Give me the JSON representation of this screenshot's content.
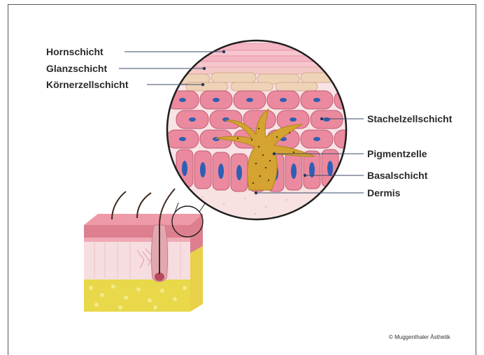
{
  "labels": {
    "hornschicht": "Hornschicht",
    "glanzschicht": "Glanzschicht",
    "koernerzellschicht": "Körnerzellschicht",
    "stachelzellschicht": "Stachelzellschicht",
    "pigmentzelle": "Pigmentzelle",
    "basalschicht": "Basalschicht",
    "dermis": "Dermis"
  },
  "copyright": "© Muggenthaler Ästhetik",
  "colors": {
    "frame": "#555555",
    "label_text": "#2a2a2a",
    "leader_line": "#3a4a6a",
    "cell_fill": "#eb8a9e",
    "nucleus": "#2f5fb4",
    "melanocyte": "#d4a331",
    "dermis": "#f7e1e1",
    "fat_layer": "#e6d84a"
  }
}
